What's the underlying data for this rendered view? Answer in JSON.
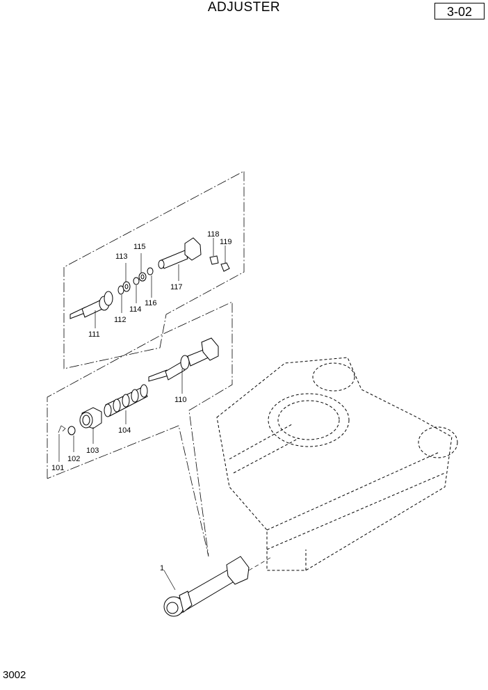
{
  "header": {
    "title": "ADJUSTER",
    "page_ref": "3-02"
  },
  "footer": {
    "figure_number": "3002"
  },
  "callouts": {
    "c1": "1",
    "c101": "101",
    "c102": "102",
    "c103": "103",
    "c104": "104",
    "c110": "110",
    "c111": "111",
    "c112": "112",
    "c113": "113",
    "c114": "114",
    "c115": "115",
    "c116": "116",
    "c117": "117",
    "c118": "118",
    "c119": "119"
  }
}
